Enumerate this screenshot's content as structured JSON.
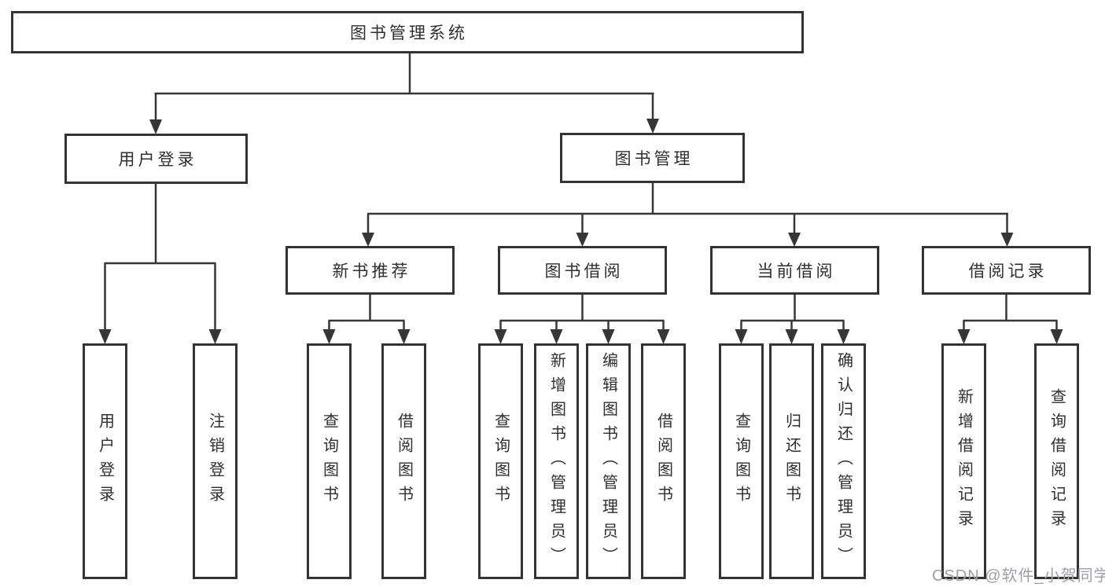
{
  "diagram": {
    "type": "tree",
    "root": {
      "label": "图书管理系统"
    },
    "level2": [
      {
        "label": "用户登录"
      },
      {
        "label": "图书管理"
      }
    ],
    "level3": [
      {
        "label": "新书推荐"
      },
      {
        "label": "图书借阅"
      },
      {
        "label": "当前借阅"
      },
      {
        "label": "借阅记录"
      }
    ],
    "leaves": {
      "user_login": [
        {
          "label": "用户登录"
        },
        {
          "label": "注销登录"
        }
      ],
      "new_books": [
        {
          "label": "查询图书"
        },
        {
          "label": "借阅图书"
        }
      ],
      "book_borrow": [
        {
          "label": "查询图书"
        },
        {
          "label": "新增图书（管理员）"
        },
        {
          "label": "编辑图书（管理员）"
        },
        {
          "label": "借阅图书"
        }
      ],
      "current_borrow": [
        {
          "label": "查询图书"
        },
        {
          "label": "归还图书"
        },
        {
          "label": "确认归还（管理员）"
        }
      ],
      "borrow_records": [
        {
          "label": "新增借阅记录"
        },
        {
          "label": "查询借阅记录"
        }
      ]
    }
  },
  "watermark": {
    "text": "CSDN @软件_小贺同学"
  },
  "colors": {
    "line": "#363636",
    "text": "#2f2f2f",
    "background": "#ffffff",
    "watermark": "#9ba0a8"
  }
}
